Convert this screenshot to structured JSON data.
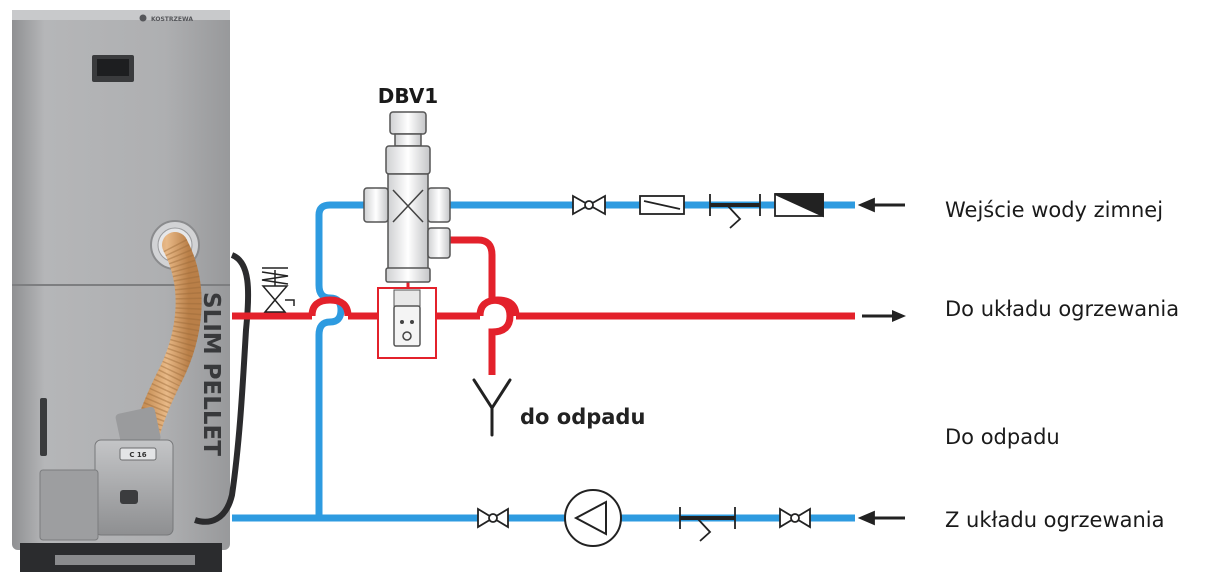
{
  "boiler": {
    "brand": "KOSTRZEWA",
    "model_label": "SLIM PELLET",
    "burner_badge": "C 16"
  },
  "valve": {
    "name": "DBV1"
  },
  "drain": {
    "label": "do odpadu"
  },
  "legend": {
    "cold_water_in": "Wejście wody zimnej",
    "to_heating": "Do układu ogrzewania",
    "to_drain": "Do odpadu",
    "from_heating": "Z układu ogrzewania"
  },
  "colors": {
    "cold_pipe": "#2e9be0",
    "hot_pipe": "#e3212b",
    "boiler_body": "#a9aaac",
    "symbols": "#222222"
  }
}
